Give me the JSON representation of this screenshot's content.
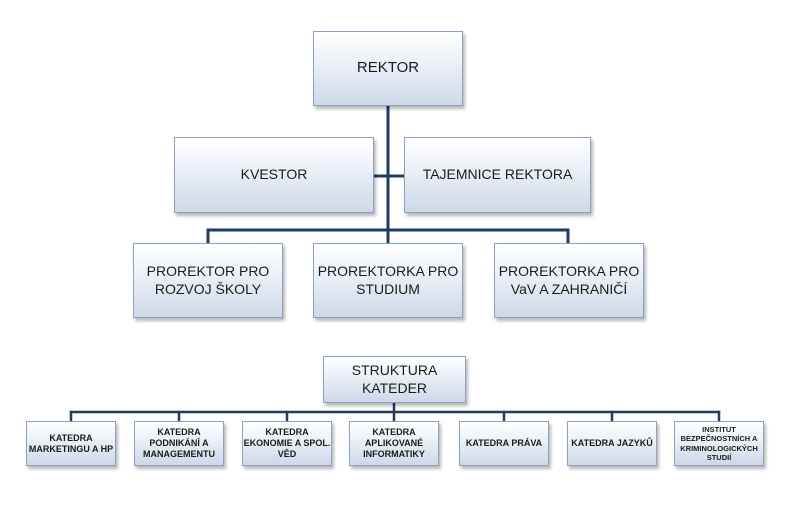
{
  "leadership": {
    "rektor": "REKTOR",
    "kvestor": "KVESTOR",
    "tajemnice": "TAJEMNICE REKTORA"
  },
  "prorektors": [
    {
      "line1": "PROREKTOR PRO",
      "line2": "ROZVOJ ŠKOLY"
    },
    {
      "line1": "PROREKTORKA PRO",
      "line2": "STUDIUM"
    },
    {
      "line1": "PROREKTORKA PRO",
      "line2": "VaV A ZAHRANIČÍ"
    }
  ],
  "departments": {
    "title": "STRUKTURA KATEDER",
    "items": [
      {
        "lines": [
          "KATEDRA",
          "MARKETINGU A HP"
        ]
      },
      {
        "lines": [
          "KATEDRA",
          "PODNIKÁNÍ A",
          "MANAGEMENTU"
        ]
      },
      {
        "lines": [
          "KATEDRA",
          "EKONOMIE A SPOL.",
          "VĚD"
        ]
      },
      {
        "lines": [
          "KATEDRA",
          "APLIKOVANÉ",
          "INFORMATIKY"
        ]
      },
      {
        "lines": [
          "KATEDRA PRÁVA"
        ]
      },
      {
        "lines": [
          "KATEDRA JAZYKŮ"
        ]
      },
      {
        "lines": [
          "INSTITUT",
          "BEZPEČNOSTNÍCH  A",
          "KRIMINOLOGICKÝCH",
          "STUDIÍ"
        ]
      }
    ]
  },
  "colors": {
    "connector": "#1f3d63",
    "box_border": "#8da2bf"
  }
}
